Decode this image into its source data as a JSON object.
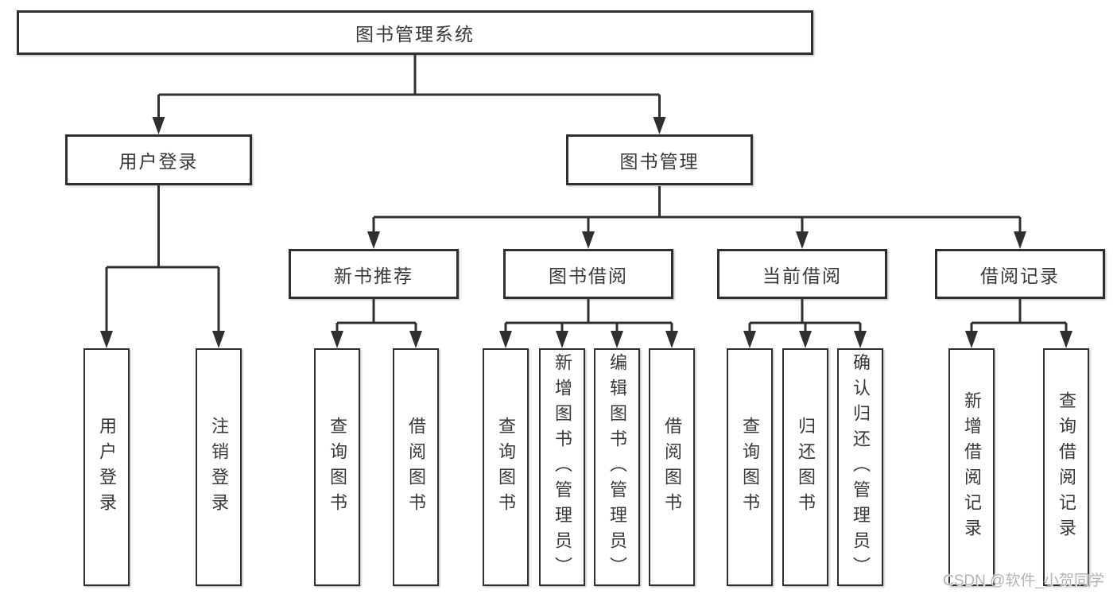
{
  "nodes": {
    "root": "图书管理系统",
    "user_login": "用户登录",
    "book_management": "图书管理",
    "new_book_recommend": "新书推荐",
    "book_borrowing": "图书借阅",
    "current_borrowing": "当前借阅",
    "borrowing_records": "借阅记录",
    "leaf_user_login": "用户登录",
    "leaf_logout": "注销登录",
    "leaf_nbr_query_books": "查询图书",
    "leaf_nbr_borrow_books": "借阅图书",
    "leaf_bb_query_books": "查询图书",
    "leaf_bb_add_books": "新增图书（管理员）",
    "leaf_bb_edit_books": "编辑图书（管理员）",
    "leaf_bb_borrow_books": "借阅图书",
    "leaf_cb_query_books": "查询图书",
    "leaf_cb_return_books": "归还图书",
    "leaf_cb_confirm_return": "确认归还（管理员）",
    "leaf_br_add_record": "新增借阅记录",
    "leaf_br_query_record": "查询借阅记录"
  },
  "watermark": "CSDN @软件_小贺同学",
  "colors": {
    "line": "#2f2f2f",
    "text": "#383838",
    "watermark": "#b3b3b3",
    "background": "#ffffff"
  }
}
